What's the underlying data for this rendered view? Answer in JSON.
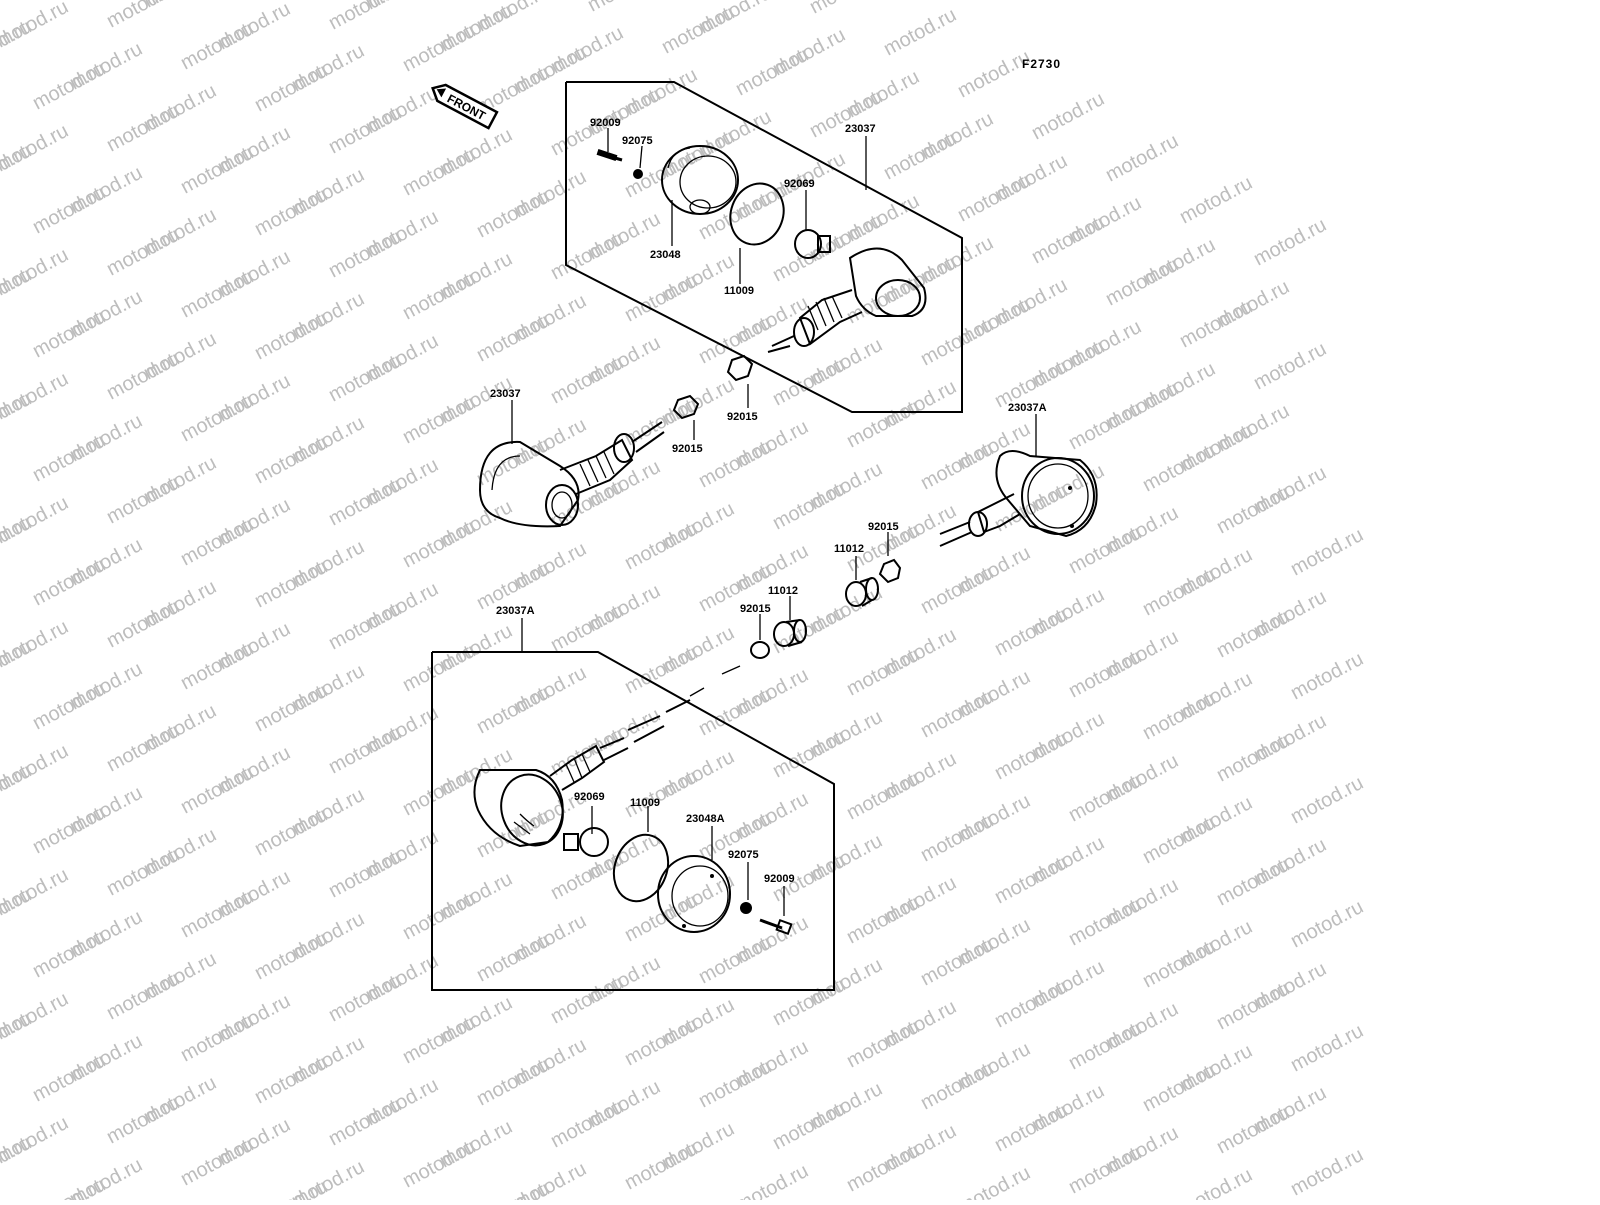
{
  "figure_code": "F2730",
  "front_label": "FRONT",
  "watermark": "motod.ru",
  "labels": {
    "p92009_top": "92009",
    "p92075_top": "92075",
    "p23037_top": "23037",
    "p92069_top": "92069",
    "p23048": "23048",
    "p11009_top": "11009",
    "p92015_top": "92015",
    "p23037_left": "23037",
    "p92015_left": "92015",
    "p23037a_right": "23037A",
    "p92015_right": "92015",
    "p11012_right": "11012",
    "p11012_mid": "11012",
    "p92015_mid": "92015",
    "p23037a_bottom": "23037A",
    "p92069_bottom": "92069",
    "p11009_bottom": "11009",
    "p23048a": "23048A",
    "p92075_bottom": "92075",
    "p92009_bottom": "92009"
  }
}
